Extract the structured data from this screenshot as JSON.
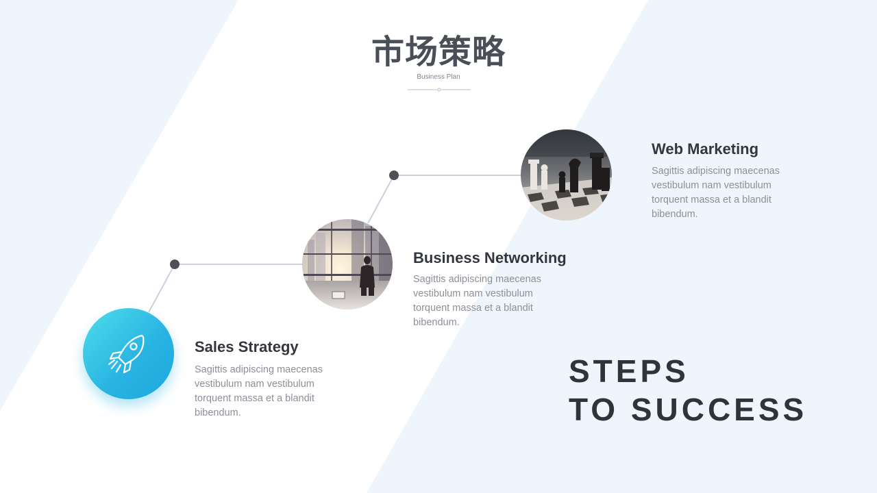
{
  "header": {
    "title": "市场策略",
    "subtitle": "Business Plan"
  },
  "steps": [
    {
      "title": "Sales Strategy",
      "desc": "Sagittis adipiscing maecenas vestibulum nam vestibulum torquent massa et a blandit bibendum.",
      "icon": "rocket-icon",
      "circle_gradient": [
        "#4fdcea",
        "#1fa7de"
      ]
    },
    {
      "title": "Business Networking",
      "desc": "Sagittis adipiscing maecenas vestibulum nam vestibulum torquent massa et a blandit bibendum.",
      "image": "businessman-city-window-photo"
    },
    {
      "title": "Web Marketing",
      "desc": "Sagittis adipiscing maecenas vestibulum nam vestibulum torquent massa et a blandit bibendum.",
      "image": "chess-board-photo"
    }
  ],
  "slogan": {
    "line1": "STEPS",
    "line2": "TO SUCCESS"
  },
  "colors": {
    "background_band": "#eef5fc",
    "title": "#4a4f57",
    "text_dark": "#33363c",
    "text_muted": "#8b9098",
    "connector": "#c9d2dc",
    "dot": "#4d5157",
    "accent": "#26b3e2"
  }
}
